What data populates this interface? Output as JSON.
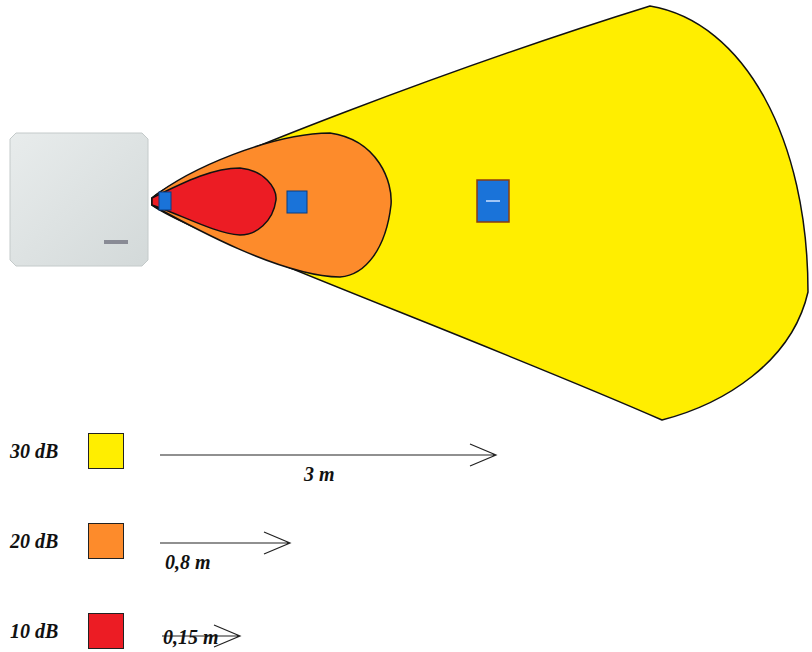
{
  "diagram": {
    "labels": [
      "3 m",
      "0,8 m",
      "0,15 m"
    ],
    "legend": [
      {
        "text": "30 dB",
        "color": "#ffee00"
      },
      {
        "text": "20 dB",
        "color": "#fd8b2b"
      },
      {
        "text": "10 dB",
        "color": "#ec1c24"
      }
    ]
  }
}
